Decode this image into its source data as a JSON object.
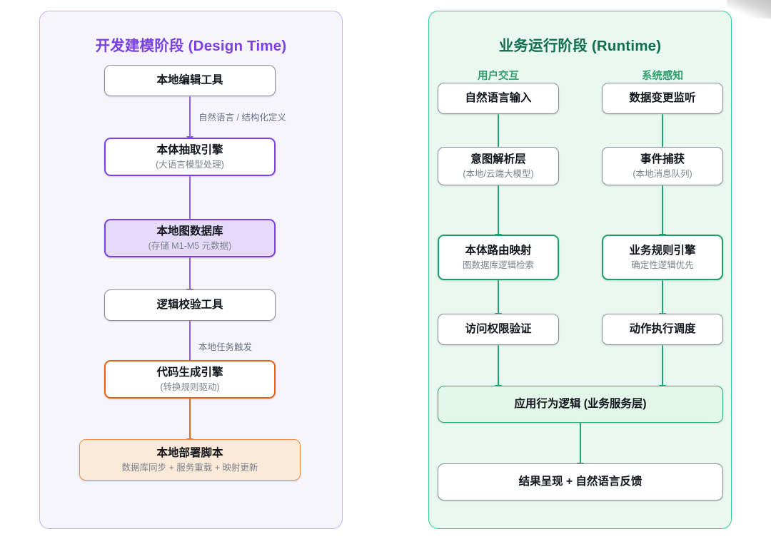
{
  "diagram": {
    "panels": [
      {
        "id": "design-time",
        "title": "开发建模阶段 (Design Time)",
        "accent": "#7b3fe4",
        "nodes": [
          {
            "title": "本地编辑工具",
            "subtitle": ""
          },
          {
            "title": "本体抽取引擎",
            "subtitle": "(大语言模型处理)"
          },
          {
            "title": "本地图数据库",
            "subtitle": "(存储 M1-M5 元数据)"
          },
          {
            "title": "逻辑校验工具",
            "subtitle": ""
          },
          {
            "title": "代码生成引擎",
            "subtitle": "(转换规则驱动)"
          },
          {
            "title": "本地部署脚本",
            "subtitle": "数据库同步 + 服务重载 + 映射更新"
          }
        ],
        "edge_labels": [
          "自然语言 / 结构化定义",
          "本地任务触发"
        ]
      },
      {
        "id": "runtime",
        "title": "业务运行阶段 (Runtime)",
        "accent": "#0f6d50",
        "column_headings": [
          "用户交互",
          "系统感知"
        ],
        "left_column_nodes": [
          {
            "title": "自然语言输入",
            "subtitle": ""
          },
          {
            "title": "意图解析层",
            "subtitle": "(本地/云端大模型)"
          },
          {
            "title": "本体路由映射",
            "subtitle": "图数据库逻辑检索"
          },
          {
            "title": "访问权限验证",
            "subtitle": ""
          }
        ],
        "right_column_nodes": [
          {
            "title": "数据变更监听",
            "subtitle": ""
          },
          {
            "title": "事件捕获",
            "subtitle": "(本地消息队列)"
          },
          {
            "title": "业务规则引擎",
            "subtitle": "确定性逻辑优先"
          },
          {
            "title": "动作执行调度",
            "subtitle": ""
          }
        ],
        "merge_nodes": [
          {
            "title": "应用行为逻辑 (业务服务层)",
            "subtitle": ""
          },
          {
            "title": "结果呈现 + 自然语言反馈",
            "subtitle": ""
          }
        ]
      }
    ],
    "colors": {
      "purple_accent": "#7b3fe4",
      "purple_edge": "#8b5cf6",
      "purple_panel_bg": "#f6f5fe",
      "purple_fill": "#e6dafb",
      "orange_accent": "#e8620c",
      "orange_fill": "#fcead9",
      "green_accent": "#17a06a",
      "green_panel_bg": "#e9f9f2",
      "green_fill": "#e2f6ea",
      "green_title": "#0f6d50",
      "green_subheading": "#2f9e6d",
      "node_border_default": "#8a8f98",
      "label_gray": "#6b7280"
    }
  }
}
